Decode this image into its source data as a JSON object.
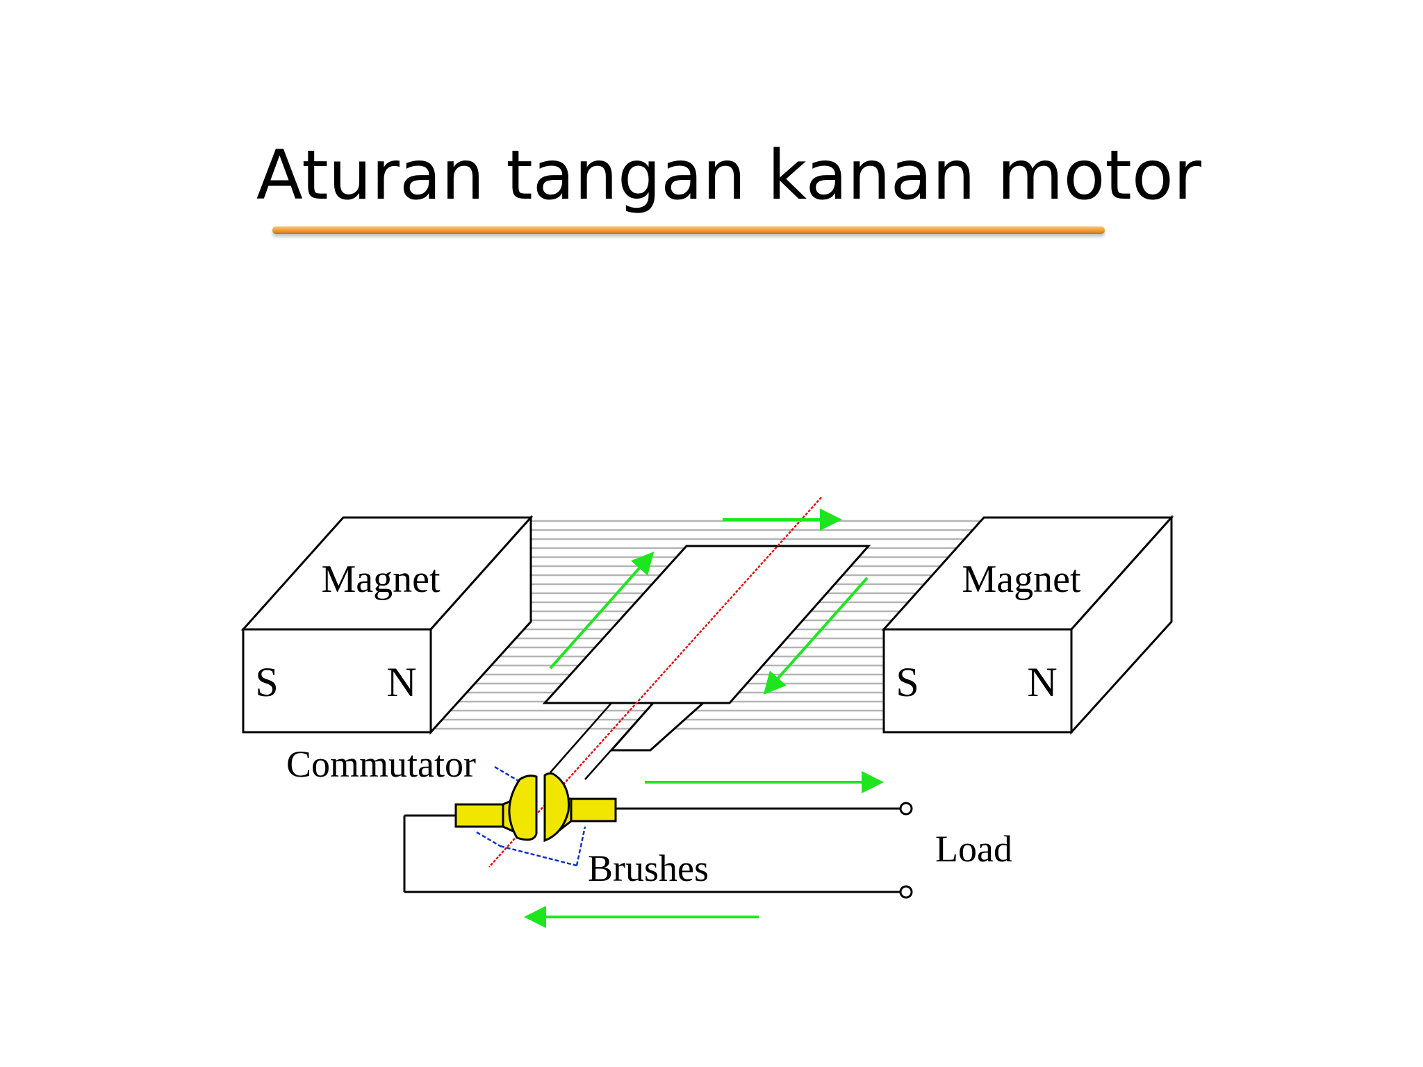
{
  "slide": {
    "title": "Aturan tangan kanan motor"
  },
  "diagram": {
    "magnet_left": {
      "label": "Magnet",
      "pole_s": "S",
      "pole_n": "N"
    },
    "magnet_right": {
      "label": "Magnet",
      "pole_s": "S",
      "pole_n": "N"
    },
    "commutator_label": "Commutator",
    "brushes_label": "Brushes",
    "load_label": "Load",
    "colors": {
      "field_lines": "#b4b4b4",
      "force_arrows": "#1ee61e",
      "axis": "#e01010",
      "commutator": "#f0e600",
      "leader_lines": "#1030c8",
      "outline": "#000000"
    }
  }
}
